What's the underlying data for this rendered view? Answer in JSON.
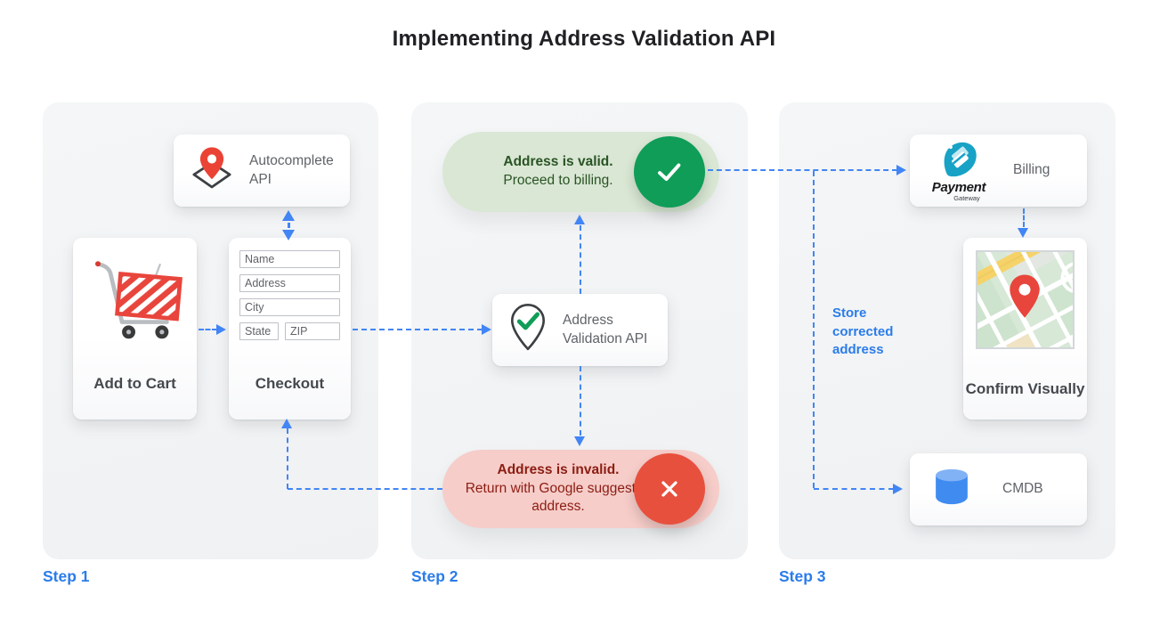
{
  "title": "Implementing Address Validation API",
  "colors": {
    "arrow_blue": "#4285F4",
    "step_label_blue": "#2B7CEA",
    "panel_gray": "#F1F3F4",
    "success_green": "#0F9D58",
    "valid_pill_bg": "#D9E7D4",
    "valid_text_green": "#2A5424",
    "error_red": "#E8503E",
    "invalid_pill_bg": "#F6CDC9",
    "invalid_text_red": "#8C1D13",
    "payment_teal": "#17A2C6",
    "cmdb_blue": "#3F8BF0",
    "pin_red": "#EA4335"
  },
  "steps": {
    "step1": "Step 1",
    "step2": "Step 2",
    "step3": "Step 3"
  },
  "step1": {
    "autocomplete_card": {
      "icon": "map-pin-diamond-icon",
      "label": "Autocomplete API"
    },
    "add_to_cart_card": {
      "icon": "shopping-cart-icon",
      "label": "Add to Cart"
    },
    "checkout_card": {
      "label": "Checkout",
      "fields": [
        "Name",
        "Address",
        "City",
        "State",
        "ZIP"
      ]
    }
  },
  "step2": {
    "valid_pill": {
      "icon": "check-circle-icon",
      "title": "Address is valid.",
      "subtitle": "Proceed to billing."
    },
    "validation_card": {
      "icon": "map-pin-check-icon",
      "label": "Address Validation API"
    },
    "invalid_pill": {
      "icon": "x-circle-icon",
      "title": "Address is invalid.",
      "subtitle": "Return with Google suggested address."
    }
  },
  "step3": {
    "billing_card": {
      "icon": "payment-gateway-logo",
      "logo_title": "Payment",
      "logo_subtitle": "Gateway",
      "label": "Billing"
    },
    "confirm_card": {
      "icon": "map-thumbnail",
      "label": "Confirm Visually"
    },
    "cmdb_card": {
      "icon": "database-icon",
      "label": "CMDB"
    },
    "store_note": "Store corrected address"
  }
}
